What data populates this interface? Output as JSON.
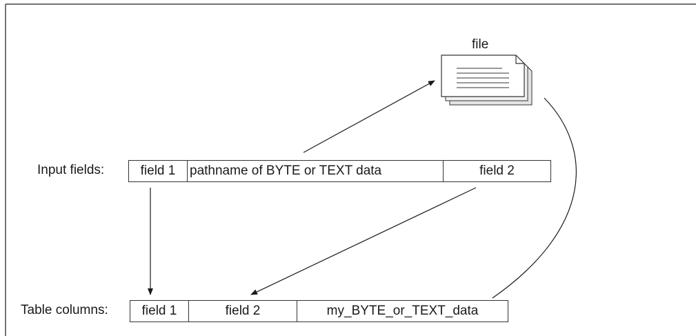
{
  "file": {
    "label": "file"
  },
  "input_row": {
    "label": "Input fields:",
    "cells": [
      {
        "text": "field 1"
      },
      {
        "text": "pathname of BYTE or TEXT data"
      },
      {
        "text": "field 2"
      }
    ]
  },
  "table_row": {
    "label": "Table columns:",
    "cells": [
      {
        "text": "field 1"
      },
      {
        "text": "field 2"
      },
      {
        "text": "my_BYTE_or_TEXT_data"
      }
    ]
  }
}
